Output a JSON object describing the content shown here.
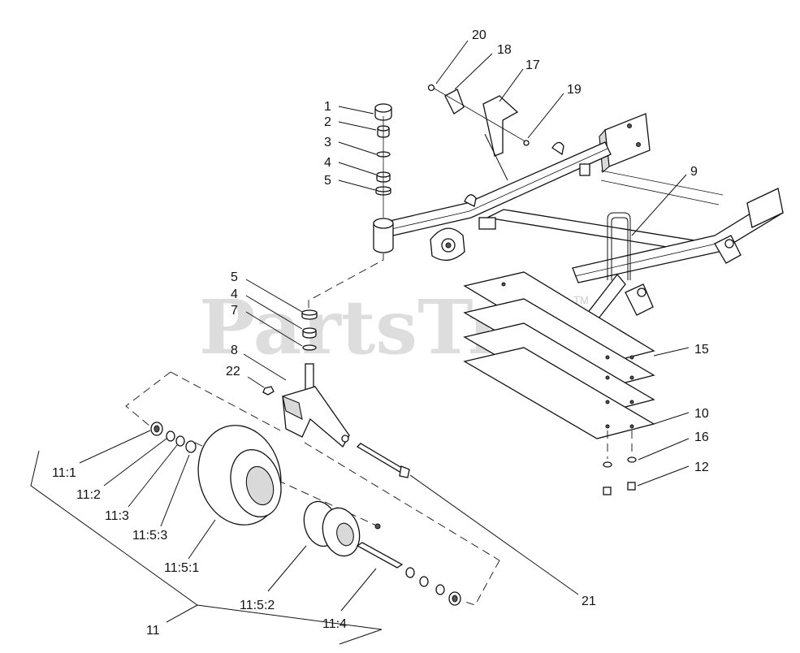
{
  "watermark": {
    "text": "PartsTree",
    "trademark": "TM"
  },
  "callouts": {
    "c1": "1",
    "c2": "2",
    "c3": "3",
    "c4a": "4",
    "c5a": "5",
    "c5b": "5",
    "c4b": "4",
    "c7": "7",
    "c8": "8",
    "c22": "22",
    "c9": "9",
    "c10": "10",
    "c12": "12",
    "c15": "15",
    "c16": "16",
    "c17": "17",
    "c18": "18",
    "c19": "19",
    "c20": "20",
    "c21": "21",
    "c11": "11",
    "c11_1": "11:1",
    "c11_2": "11:2",
    "c11_3": "11:3",
    "c11_4": "11:4",
    "c11_5_1": "11:5:1",
    "c11_5_2": "11:5:2",
    "c11_5_3": "11:5:3"
  }
}
